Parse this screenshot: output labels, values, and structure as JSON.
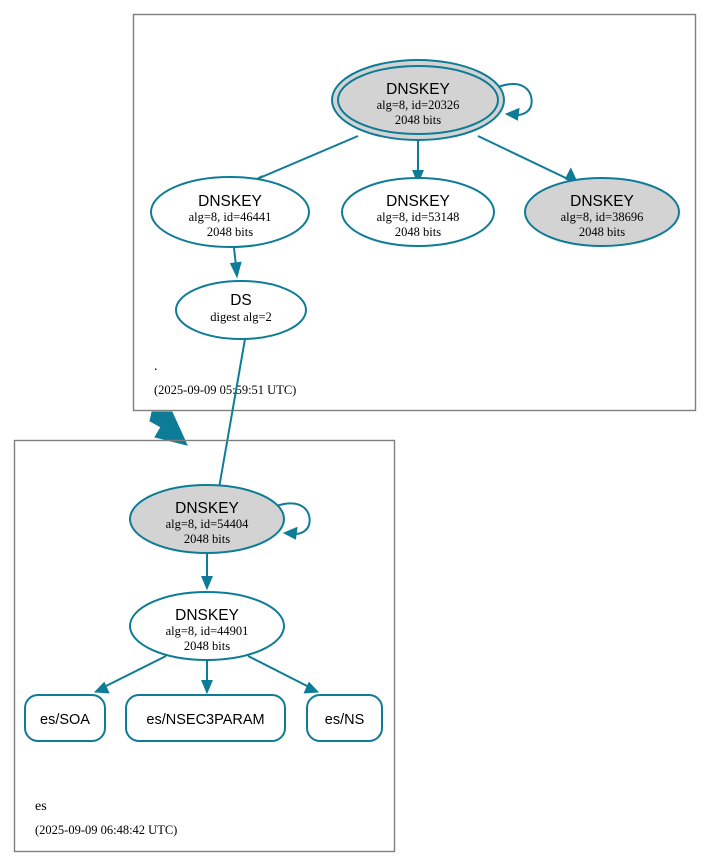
{
  "diagram": {
    "kind": "dnssec-authentication-chain",
    "colors": {
      "edge": "#0e7c96",
      "node_stroke": "#0e7c96",
      "secure_fill": "#d3d3d3",
      "plain_fill": "#ffffff",
      "cluster_stroke": "#7f7f7f",
      "text": "#000000"
    }
  },
  "zones": [
    {
      "id": "root",
      "name": ".",
      "timestamp": "(2025-09-09 05:59:51 UTC)"
    },
    {
      "id": "es",
      "name": "es",
      "timestamp": "(2025-09-09 06:48:42 UTC)"
    }
  ],
  "nodes": {
    "root_ksk_20326": {
      "type": "DNSKEY",
      "title": "DNSKEY",
      "line2": "alg=8, id=20326",
      "line3": "2048 bits",
      "shape": "doubleellipse",
      "fill": "secure"
    },
    "root_zsk_46441": {
      "type": "DNSKEY",
      "title": "DNSKEY",
      "line2": "alg=8, id=46441",
      "line3": "2048 bits",
      "shape": "ellipse",
      "fill": "plain"
    },
    "root_zsk_53148": {
      "type": "DNSKEY",
      "title": "DNSKEY",
      "line2": "alg=8, id=53148",
      "line3": "2048 bits",
      "shape": "ellipse",
      "fill": "plain"
    },
    "root_key_38696": {
      "type": "DNSKEY",
      "title": "DNSKEY",
      "line2": "alg=8, id=38696",
      "line3": "2048 bits",
      "shape": "ellipse",
      "fill": "secure"
    },
    "root_ds": {
      "type": "DS",
      "title": "DS",
      "line2": "digest alg=2",
      "shape": "ellipse",
      "fill": "plain"
    },
    "es_ksk_54404": {
      "type": "DNSKEY",
      "title": "DNSKEY",
      "line2": "alg=8, id=54404",
      "line3": "2048 bits",
      "shape": "ellipse",
      "fill": "secure"
    },
    "es_zsk_44901": {
      "type": "DNSKEY",
      "title": "DNSKEY",
      "line2": "alg=8, id=44901",
      "line3": "2048 bits",
      "shape": "ellipse",
      "fill": "plain"
    },
    "es_soa": {
      "type": "RRset",
      "title": "es/SOA",
      "shape": "box"
    },
    "es_nsec3param": {
      "type": "RRset",
      "title": "es/NSEC3PARAM",
      "shape": "box"
    },
    "es_ns": {
      "type": "RRset",
      "title": "es/NS",
      "shape": "box"
    }
  }
}
